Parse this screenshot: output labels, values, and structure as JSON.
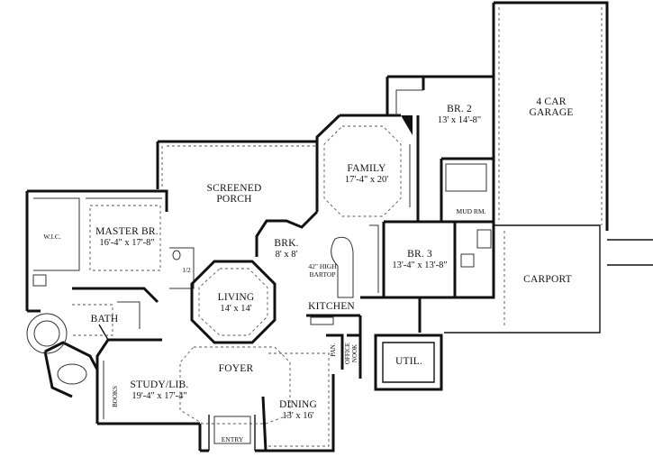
{
  "rooms": {
    "garage": {
      "name_line1": "4 CAR",
      "name_line2": "GARAGE"
    },
    "br2": {
      "name": "BR. 2",
      "dim": "13' x 14'-8\""
    },
    "family": {
      "name": "FAMILY",
      "dim": "17'-4\" x 20'"
    },
    "screened_porch": {
      "name_line1": "SCREENED",
      "name_line2": "PORCH"
    },
    "master": {
      "name": "MASTER BR.",
      "dim": "16'-4\" x 17'-8\""
    },
    "wic": {
      "name": "W.I.C."
    },
    "brk": {
      "name": "BRK.",
      "dim": "8' x 8'"
    },
    "bartop": {
      "line1": "42\" HIGH",
      "line2": "BARTOP"
    },
    "kitchen": {
      "name": "KITCHEN"
    },
    "mud_rm": {
      "name": "MUD RM."
    },
    "br3": {
      "name": "BR. 3",
      "dim": "13'-4\" x 13'-8\""
    },
    "carport": {
      "name": "CARPORT"
    },
    "half_bath": {
      "name": "1/2"
    },
    "living": {
      "name": "LIVING",
      "dim": "14' x 14'"
    },
    "bath": {
      "name": "BATH"
    },
    "foyer": {
      "name": "FOYER"
    },
    "study": {
      "name": "STUDY/LIB.",
      "dim": "19'-4\" x 17'-4\""
    },
    "books": {
      "name": "BOOKS"
    },
    "pan": {
      "name": "PAN."
    },
    "office_nook": {
      "line1": "OFFICE",
      "line2": "NOOK"
    },
    "util": {
      "name": "UTIL."
    },
    "dining": {
      "name": "DINING",
      "dim": "13' x 16'"
    },
    "entry": {
      "name": "ENTRY"
    }
  },
  "colors": {
    "wall": "#111111",
    "background": "#ffffff",
    "dashed": "#555555"
  }
}
